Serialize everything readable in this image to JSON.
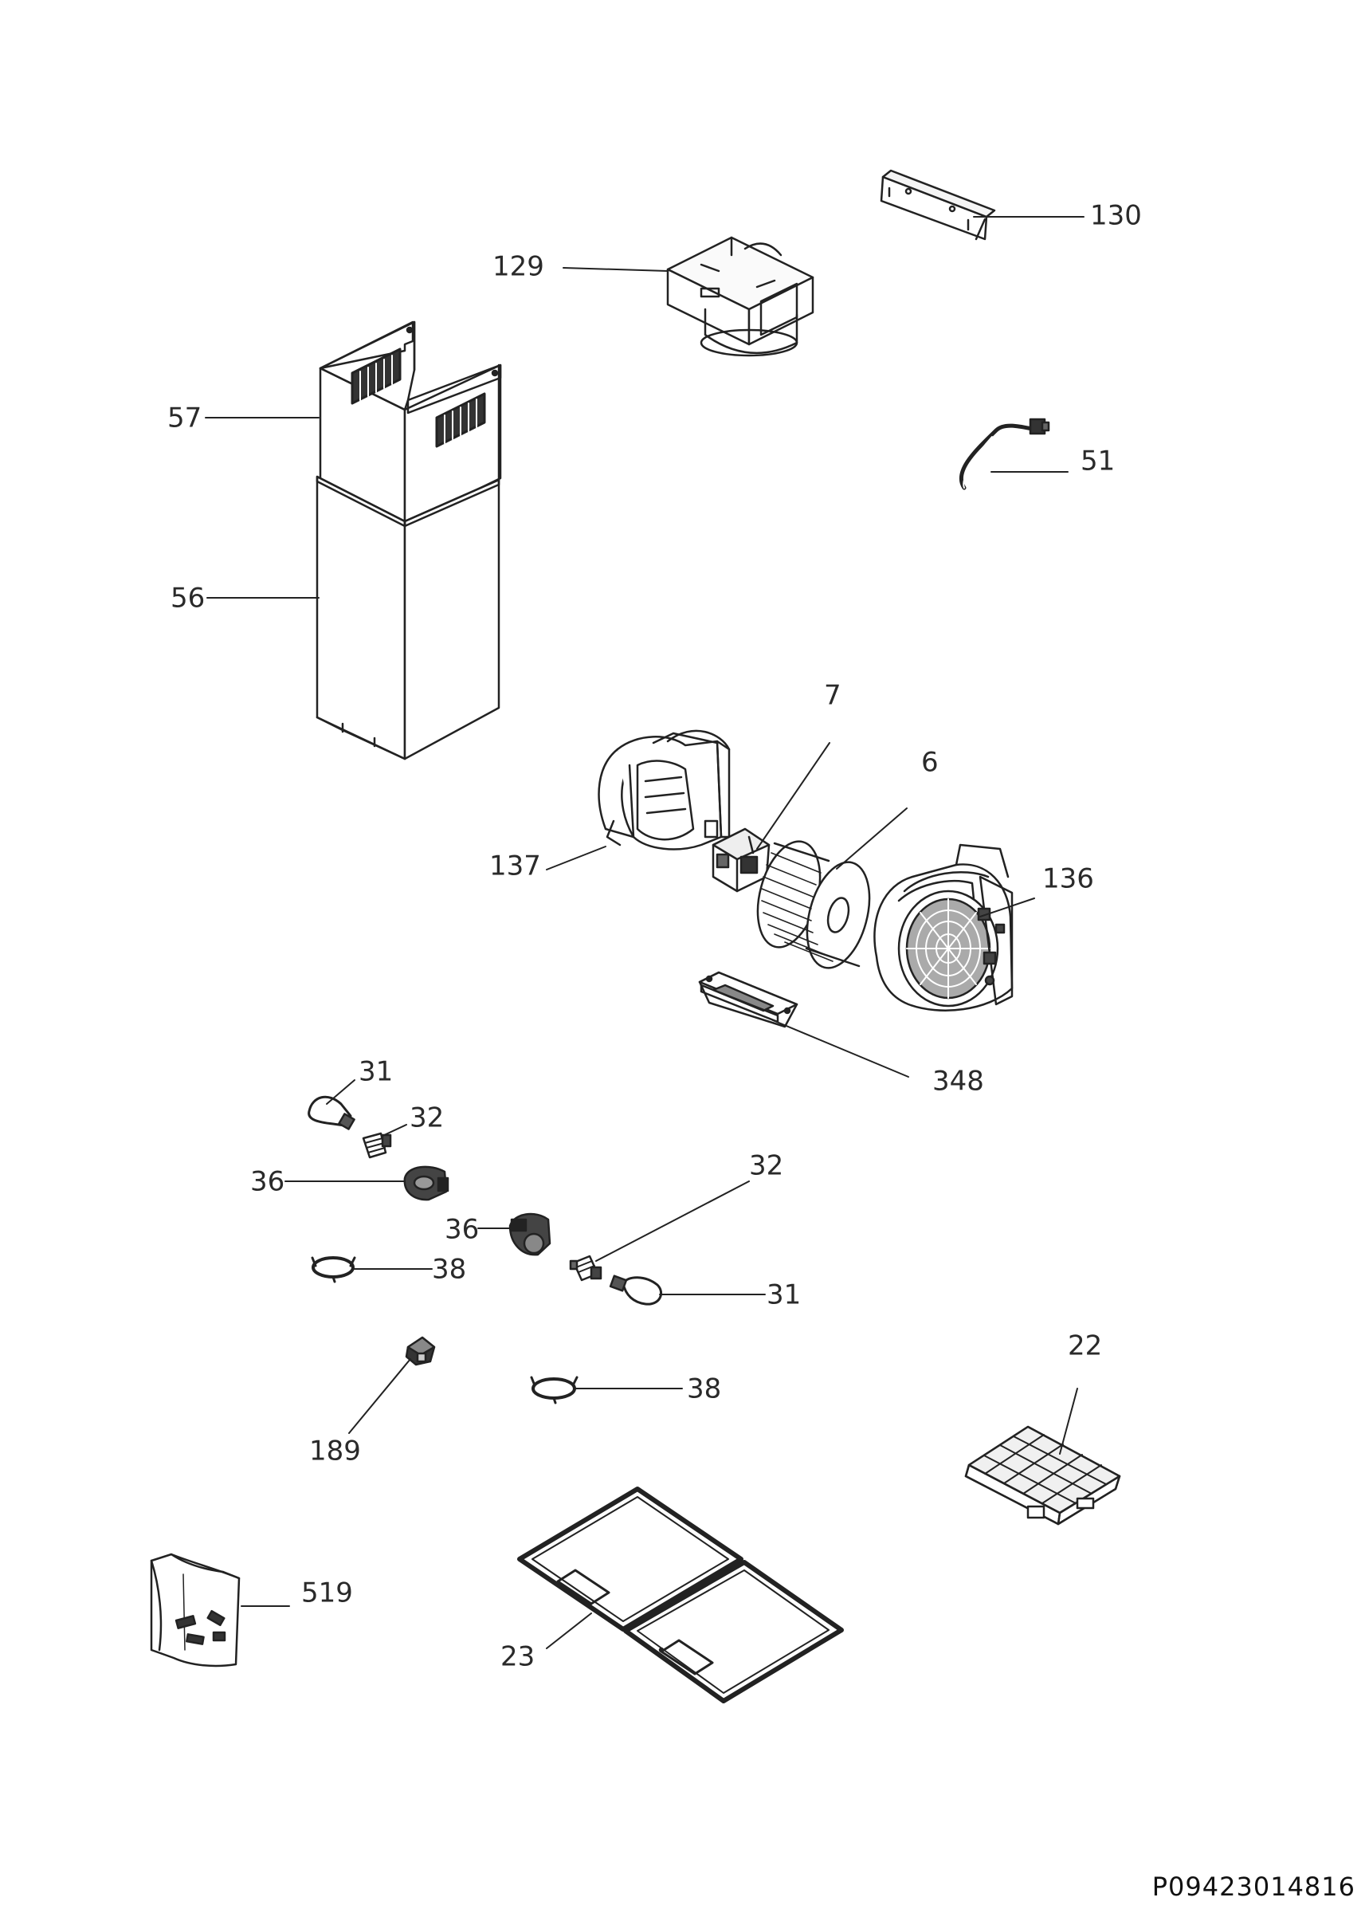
{
  "document_id": "P09423014816",
  "callouts": {
    "c130": "130",
    "c129": "129",
    "c57": "57",
    "c51": "51",
    "c56": "56",
    "c7": "7",
    "c6": "6",
    "c137": "137",
    "c136": "136",
    "c348": "348",
    "c31a": "31",
    "c32a": "32",
    "c36a": "36",
    "c32b": "32",
    "c36b": "36",
    "c38a": "38",
    "c31b": "31",
    "c189": "189",
    "c38b": "38",
    "c22": "22",
    "c519": "519",
    "c23": "23"
  },
  "parts": [
    {
      "ref": "130",
      "icon": "mounting-bracket"
    },
    {
      "ref": "129",
      "icon": "air-deflector-box"
    },
    {
      "ref": "57",
      "icon": "upper-chimney-vented"
    },
    {
      "ref": "51",
      "icon": "power-cable"
    },
    {
      "ref": "56",
      "icon": "lower-chimney"
    },
    {
      "ref": "7",
      "icon": "motor"
    },
    {
      "ref": "6",
      "icon": "fan-wheel"
    },
    {
      "ref": "137",
      "icon": "fan-housing-left"
    },
    {
      "ref": "136",
      "icon": "fan-housing-right"
    },
    {
      "ref": "348",
      "icon": "control-board"
    },
    {
      "ref": "31",
      "icon": "lamp-bulb"
    },
    {
      "ref": "32",
      "icon": "lamp-socket"
    },
    {
      "ref": "36",
      "icon": "lamp-holder"
    },
    {
      "ref": "38",
      "icon": "retaining-ring"
    },
    {
      "ref": "189",
      "icon": "switch-knob"
    },
    {
      "ref": "22",
      "icon": "carbon-filter"
    },
    {
      "ref": "519",
      "icon": "screw-bag"
    },
    {
      "ref": "23",
      "icon": "grease-filter"
    }
  ]
}
